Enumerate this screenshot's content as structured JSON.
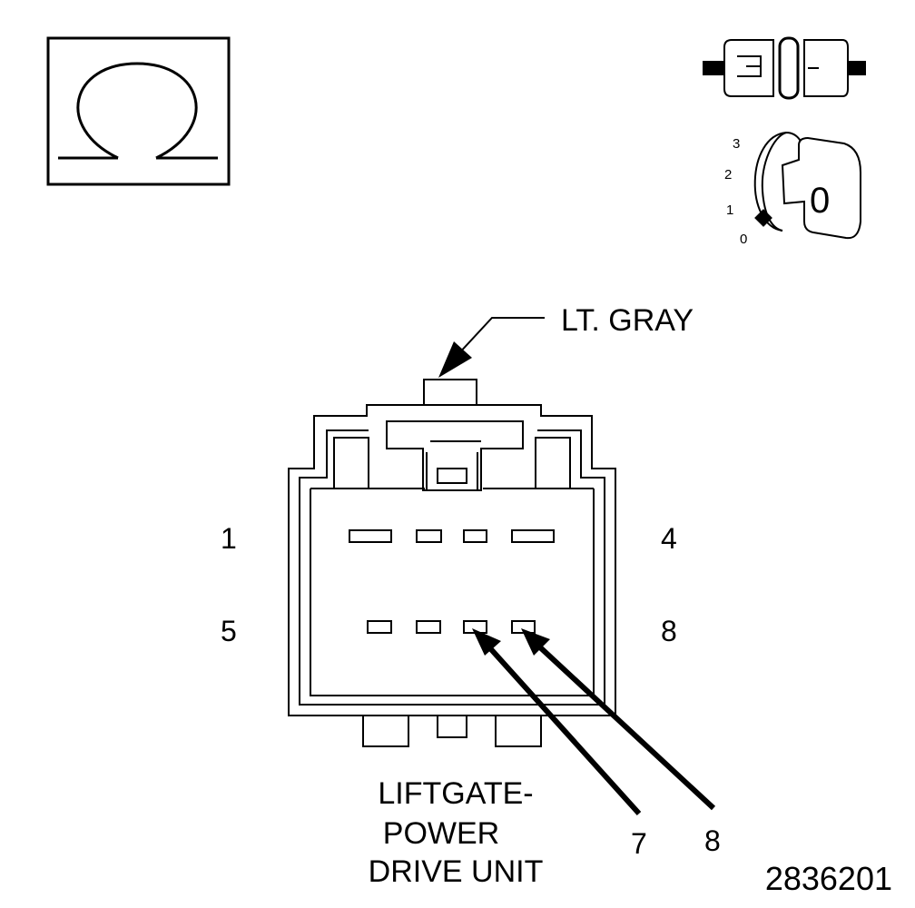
{
  "symbols": {
    "ohm_icon": "ohmmeter-icon",
    "connector_icon": "disconnected-connector-icon",
    "ignition_icon": "ignition-key-off-icon"
  },
  "ignition": {
    "positions": [
      "3",
      "2",
      "1",
      "0"
    ],
    "key_label": "0"
  },
  "connector": {
    "color_label": "LT. GRAY",
    "name_lines": [
      "LIFTGATE-",
      "POWER",
      "DRIVE UNIT"
    ],
    "pin_labels": {
      "top_left": "1",
      "top_right": "4",
      "bottom_left": "5",
      "bottom_right": "8"
    },
    "callouts": [
      "7",
      "8"
    ]
  },
  "figure_number": "2836201"
}
